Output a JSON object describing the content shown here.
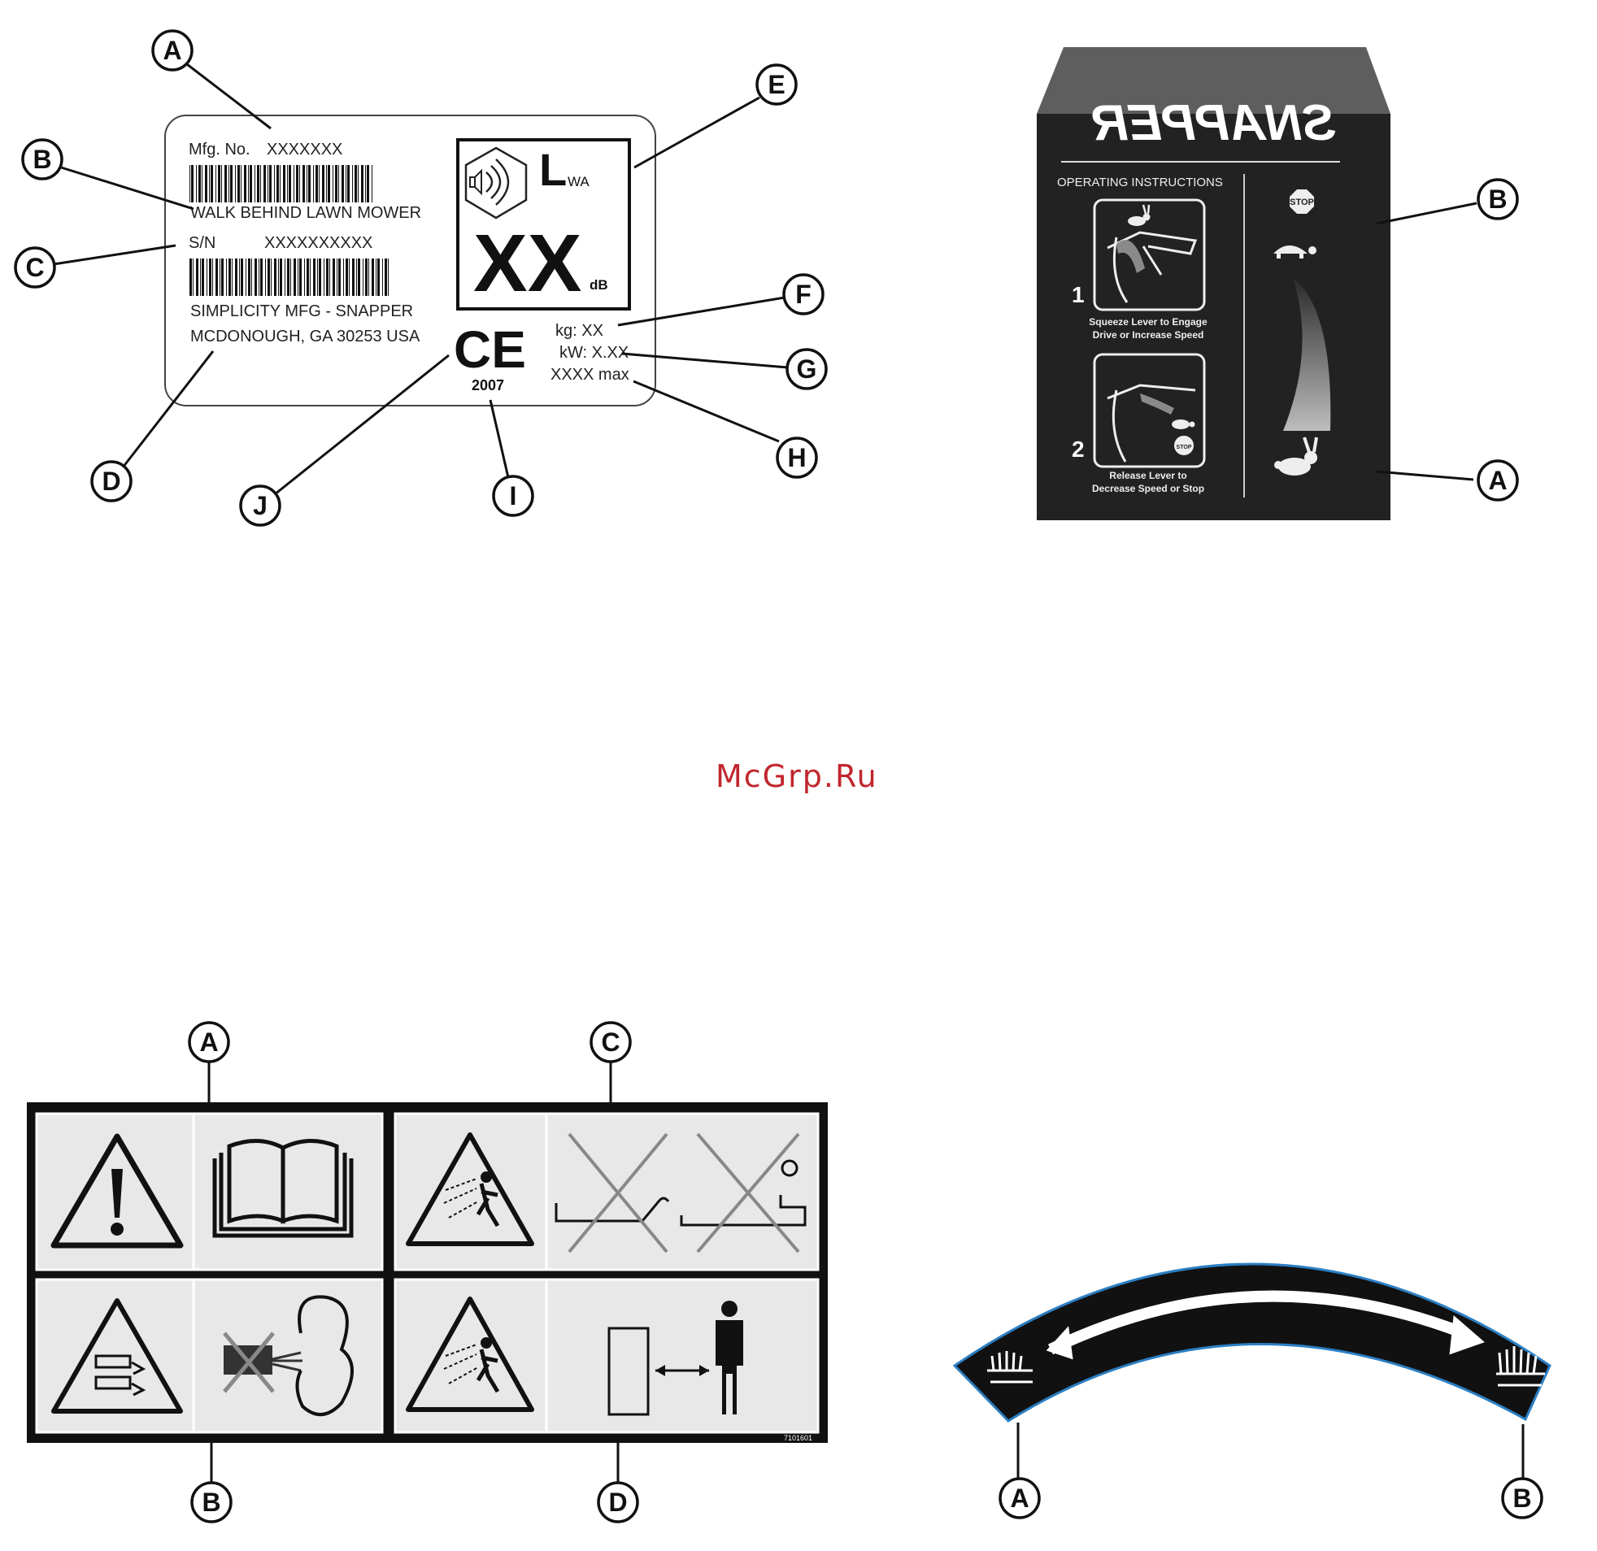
{
  "watermark": "McGrp.Ru",
  "callouts": {
    "a": "A",
    "b": "B",
    "c": "C",
    "d": "D",
    "e": "E",
    "f": "F",
    "g": "G",
    "h": "H",
    "i": "I",
    "j": "J"
  },
  "id_plate": {
    "mfg_label": "Mfg. No.",
    "mfg_value": "XXXXXXX",
    "product": "WALK BEHIND LAWN MOWER",
    "sn_label": "S/N",
    "sn_value": "XXXXXXXXXX",
    "company": "SIMPLICITY MFG - SNAPPER",
    "address": "MCDONOUGH, GA 30253 USA",
    "lwa_symbol": "L",
    "lwa_sub": "WA",
    "noise_value": "XX",
    "noise_unit": "dB",
    "ce_mark": "CE",
    "ce_year": "2007",
    "kg": "kg: XX",
    "kw": "kW: X.XX",
    "rpm": "XXXX max"
  },
  "drive_decal": {
    "brand": "SNAPPER",
    "heading": "OPERATING INSTRUCTIONS",
    "step1_num": "1",
    "step1_line1": "Squeeze Lever to Engage",
    "step1_line2": "Drive or Increase Speed",
    "step2_num": "2",
    "step2_line1": "Release Lever to",
    "step2_line2": "Decrease Speed or Stop",
    "stop": "STOP"
  },
  "safety_decal": {
    "part_no": "7101601"
  }
}
